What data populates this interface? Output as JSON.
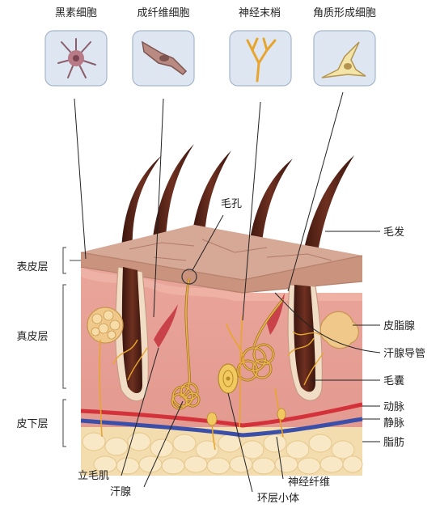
{
  "cells": {
    "melanocyte": "黑素细胞",
    "fibroblast": "成纤维细胞",
    "nerve_ending": "神经末梢",
    "keratinocyte": "角质形成细胞"
  },
  "layers": {
    "epidermis": "表皮层",
    "dermis": "真皮层",
    "hypodermis": "皮下层"
  },
  "right_labels": {
    "hair": "毛发",
    "sebaceous_gland": "皮脂腺",
    "sweat_duct": "汗腺导管",
    "follicle": "毛囊",
    "artery": "动脉",
    "vein": "静脉",
    "fat": "脂肪"
  },
  "center_labels": {
    "pore": "毛孔"
  },
  "bottom_labels": {
    "arrector_pili": "立毛肌",
    "sweat_gland": "汗腺",
    "pacinian": "环层小体",
    "nerve_fiber": "神经纤维"
  },
  "colors": {
    "epidermis": "#c9937e",
    "dermis": "#e9a29a",
    "fat": "#f3dcae",
    "hair": "#5a2418",
    "nerve": "#e8a52e",
    "artery": "#d4323a",
    "vein": "#3b4fa8",
    "box": "#dfe8f3"
  }
}
